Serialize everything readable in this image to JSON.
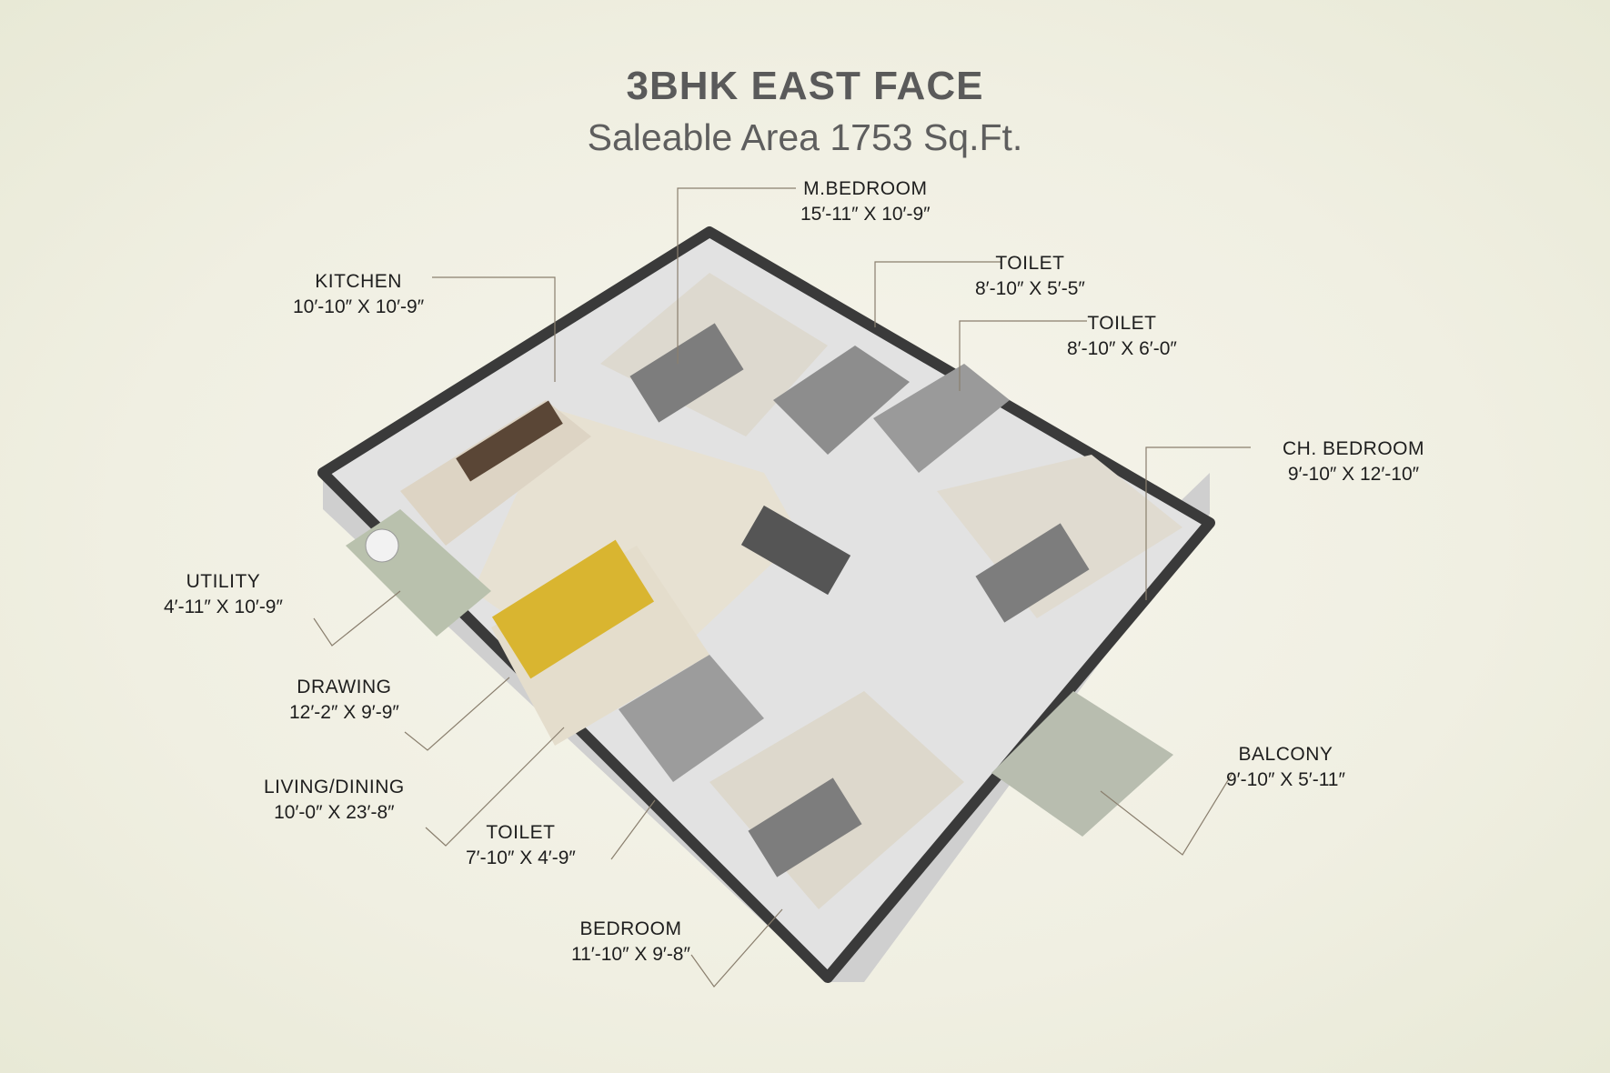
{
  "header": {
    "title": "3BHK EAST FACE",
    "subtitle": "Saleable Area 1753 Sq.Ft."
  },
  "rooms": [
    {
      "name": "M.BEDROOM",
      "dims": "15′-11″ X 10′-9″"
    },
    {
      "name": "KITCHEN",
      "dims": "10′-10″ X 10′-9″"
    },
    {
      "name": "TOILET",
      "dims": "8′-10″ X 5′-5″"
    },
    {
      "name": "TOILET",
      "dims": "8′-10″ X 6′-0″"
    },
    {
      "name": "CH. BEDROOM",
      "dims": "9′-10″ X 12′-10″"
    },
    {
      "name": "UTILITY",
      "dims": "4′-11″ X 10′-9″"
    },
    {
      "name": "DRAWING",
      "dims": "12′-2″ X 9′-9″"
    },
    {
      "name": "LIVING/DINING",
      "dims": "10′-0″ X 23′-8″"
    },
    {
      "name": "TOILET",
      "dims": "7′-10″ X 4′-9″"
    },
    {
      "name": "BEDROOM",
      "dims": "11′-10″ X 9′-8″"
    },
    {
      "name": "BALCONY",
      "dims": "9′-10″ X 5′-11″"
    }
  ]
}
